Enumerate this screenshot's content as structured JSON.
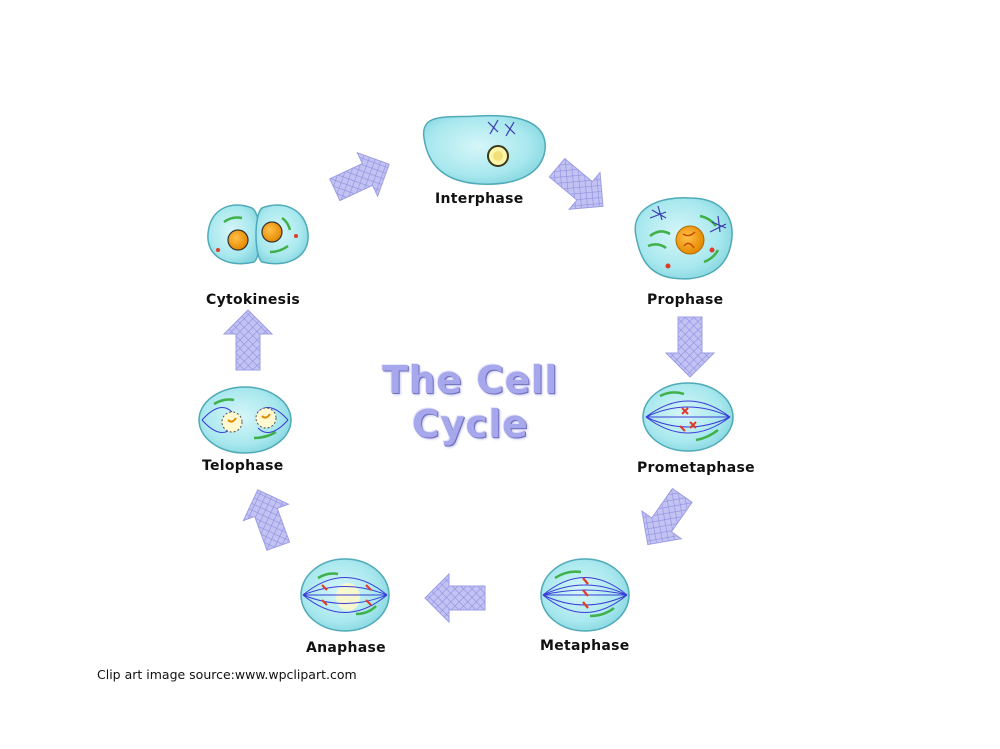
{
  "title": "The Cell Cycle",
  "source": "Clip art image source:www.wpclipart.com",
  "phases": [
    {
      "name": "Interphase"
    },
    {
      "name": "Prophase"
    },
    {
      "name": "Prometaphase"
    },
    {
      "name": "Metaphase"
    },
    {
      "name": "Anaphase"
    },
    {
      "name": "Telophase"
    },
    {
      "name": "Cytokinesis"
    }
  ],
  "colors": {
    "cell_fill": "#a8e8ee",
    "cell_edge": "#5fb8c4",
    "arrow": "#b6b6f0",
    "arrow_grid": "#8e8ee0",
    "title": "#a7a7ec",
    "spindle": "#3b3bd8",
    "chromosome": "#e03a2a",
    "organelle": "#3fb04a",
    "nucleus": "#f29a0c"
  }
}
